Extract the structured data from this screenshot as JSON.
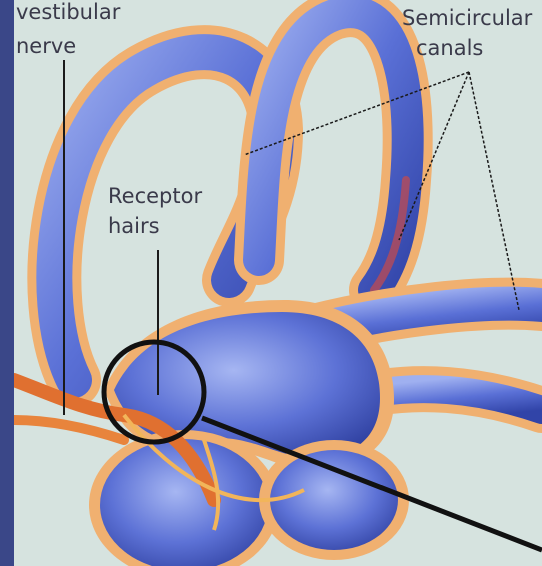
{
  "labels": {
    "vestibular_nerve": [
      "vestibular",
      "nerve"
    ],
    "semicircular_canals": [
      "Semicircular",
      "canals"
    ],
    "receptor_hairs": [
      "Receptor",
      "hairs"
    ]
  },
  "colors": {
    "frame": "#3a4788",
    "background": "#d7e4e0",
    "canal_blue": "#5a6fd0",
    "canal_outline_orange": "#e8a860",
    "nerve_orange": "#e07030",
    "leader_line": "#1a1a1a"
  }
}
